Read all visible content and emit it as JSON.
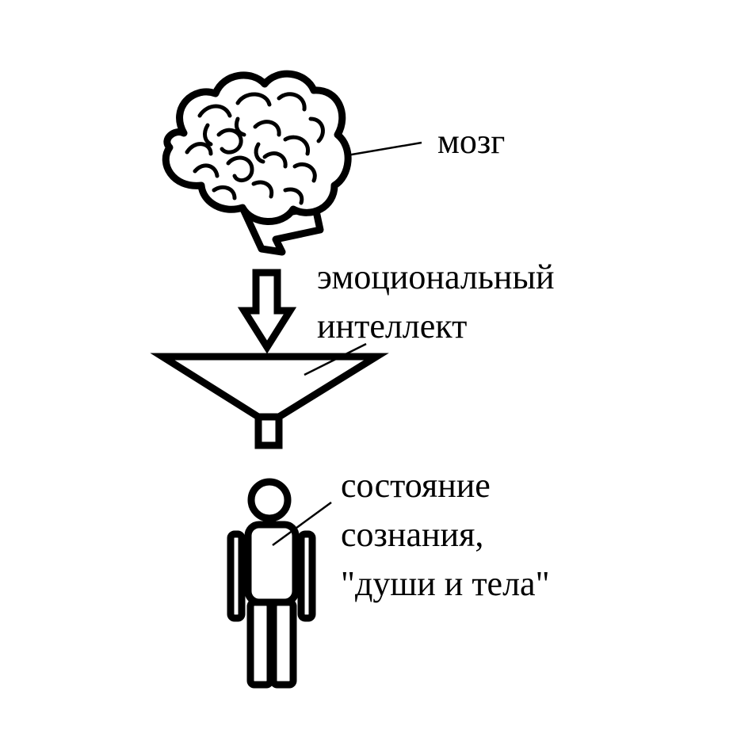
{
  "diagram": {
    "labels": {
      "brain": "мозг",
      "emotional_intelligence": [
        "эмоциональный",
        "интеллект"
      ],
      "state": [
        "состояние",
        "сознания,",
        "\"души и тела\""
      ]
    },
    "colors": {
      "stroke": "#000000",
      "background": "#ffffff"
    },
    "icons": [
      "brain-icon",
      "arrow-down-icon",
      "funnel-icon",
      "person-icon"
    ]
  }
}
